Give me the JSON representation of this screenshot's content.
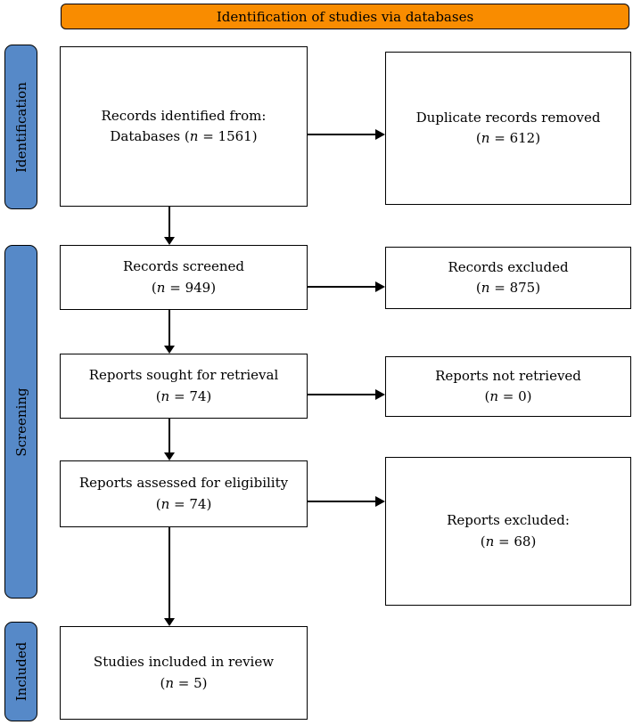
{
  "banner": {
    "label": "Identification of studies via databases"
  },
  "labels": {
    "n_symbol": "n"
  },
  "colors": {
    "banner_bg": "#F98C00",
    "stage_bg": "#5689C8",
    "box_border": "#000000",
    "background": "#FFFFFF"
  },
  "stages": [
    {
      "label": "Identification"
    },
    {
      "label": "Screening"
    },
    {
      "label": "Included"
    }
  ],
  "flow": {
    "left": [
      {
        "title": "Records identified from:",
        "n_prefix": "Databases ",
        "n": "1561"
      },
      {
        "title": "Records screened",
        "n": "949"
      },
      {
        "title": "Reports sought for retrieval",
        "n": "74"
      },
      {
        "title": "Reports assessed for eligibility",
        "n": "74"
      },
      {
        "title": "Studies included in review",
        "n": "5"
      }
    ],
    "right": [
      {
        "title": "Duplicate records removed",
        "n": "612"
      },
      {
        "title": "Records excluded",
        "n": "875"
      },
      {
        "title": "Reports not retrieved",
        "n": "0"
      },
      {
        "title": "Reports excluded:",
        "n": "68"
      }
    ]
  }
}
